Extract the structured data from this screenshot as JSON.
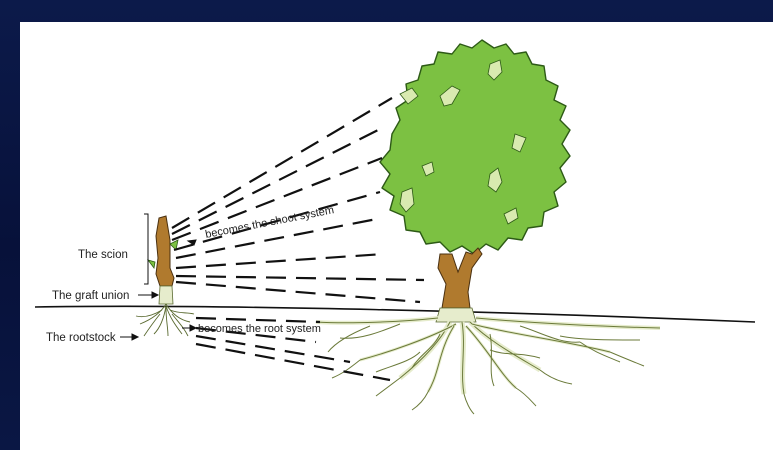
{
  "diagram": {
    "labels": {
      "scion": "The scion",
      "graft_union": "The graft union",
      "rootstock": "The rootstock",
      "shoot_system": "becomes the shoot system",
      "root_system": "becomes the root system"
    },
    "colors": {
      "background": "#0a1744",
      "panel": "#ffffff",
      "foliage": "#7cc142",
      "foliage_outline": "#2d5a16",
      "trunk": "#b07a2e",
      "roots": "#e6eccc",
      "ground": "#111111"
    }
  }
}
